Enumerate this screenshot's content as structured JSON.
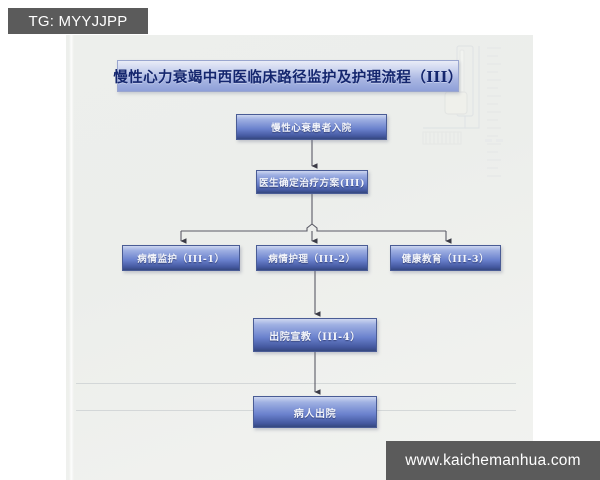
{
  "watermarks": {
    "top_left": "TG: MYYJJPP",
    "bottom_right": "www.kaichemanhua.com"
  },
  "document": {
    "title": "慢性心力衰竭中西医临床路径监护及护理流程（III）"
  },
  "flowchart": {
    "nodes": [
      {
        "id": "admission",
        "label": "慢性心衰患者入院"
      },
      {
        "id": "plan",
        "label": "医生确定治疗方案(III)"
      },
      {
        "id": "monitor",
        "label": "病情监护（III-1）"
      },
      {
        "id": "nursing",
        "label": "病情护理（III-2）"
      },
      {
        "id": "education",
        "label": "健康教育（III-3）"
      },
      {
        "id": "discharge_edu",
        "label": "出院宣教（III-4）"
      },
      {
        "id": "discharge",
        "label": "病人出院"
      }
    ]
  },
  "colors": {
    "node_fill_top": "#cdd6f0",
    "node_fill_bottom": "#35487f",
    "title_text": "#14266e",
    "canvas_bg": "#eceeeb",
    "connector": "#5a5a66",
    "watermark_bg": "#5b5b5b"
  }
}
